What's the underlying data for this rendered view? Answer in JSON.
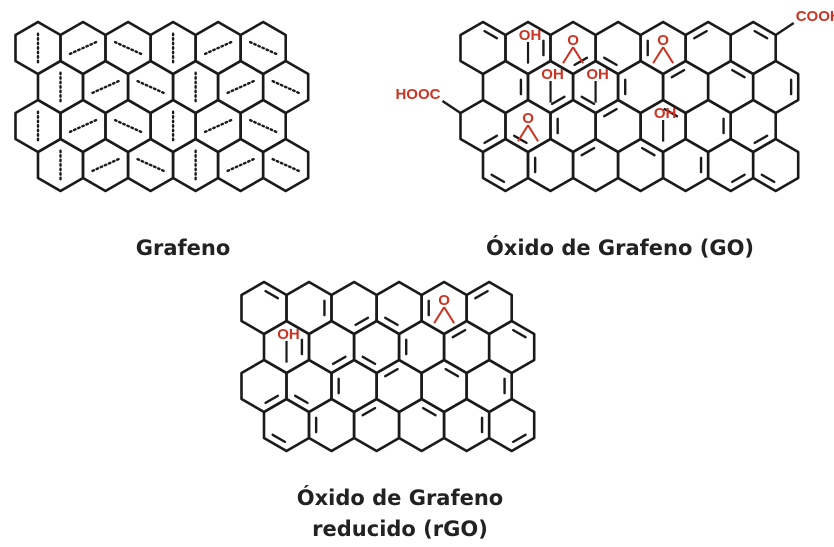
{
  "colors": {
    "bond": "#1a1a1a",
    "group": "#cc3322",
    "caption": "#222222"
  },
  "panels": [
    {
      "id": "grafeno",
      "caption": "Grafeno",
      "rows": 4,
      "cols": 6,
      "inner_bonds": "dotted",
      "groups": []
    },
    {
      "id": "go",
      "caption": "Óxido de Grafeno (GO)",
      "rows": 4,
      "cols": 7,
      "inner_bonds": "solid",
      "groups": [
        {
          "label": "OH",
          "kind": "hydroxyl",
          "row": 0,
          "col": 1
        },
        {
          "label": "O",
          "kind": "epoxy",
          "row": 0,
          "col": 2
        },
        {
          "label": "O",
          "kind": "epoxy",
          "row": 0,
          "col": 4
        },
        {
          "label": "COOH",
          "kind": "carboxyl",
          "row": 0,
          "col": 6
        },
        {
          "label": "OH",
          "kind": "hydroxyl",
          "row": 1,
          "col": 1
        },
        {
          "label": "OH",
          "kind": "hydroxyl",
          "row": 1,
          "col": 2
        },
        {
          "label": "HOOC",
          "kind": "carboxyl",
          "row": 2,
          "col": 0
        },
        {
          "label": "O",
          "kind": "epoxy",
          "row": 2,
          "col": 1
        },
        {
          "label": "OH",
          "kind": "hydroxyl",
          "row": 2,
          "col": 4
        }
      ]
    },
    {
      "id": "rgo",
      "caption_lines": [
        "Óxido de Grafeno",
        "reducido (rGO)"
      ],
      "rows": 4,
      "cols": 6,
      "inner_bonds": "solid",
      "groups": [
        {
          "label": "O",
          "kind": "epoxy",
          "row": 0,
          "col": 4
        },
        {
          "label": "OH",
          "kind": "hydroxyl",
          "row": 1,
          "col": 0
        }
      ]
    }
  ]
}
